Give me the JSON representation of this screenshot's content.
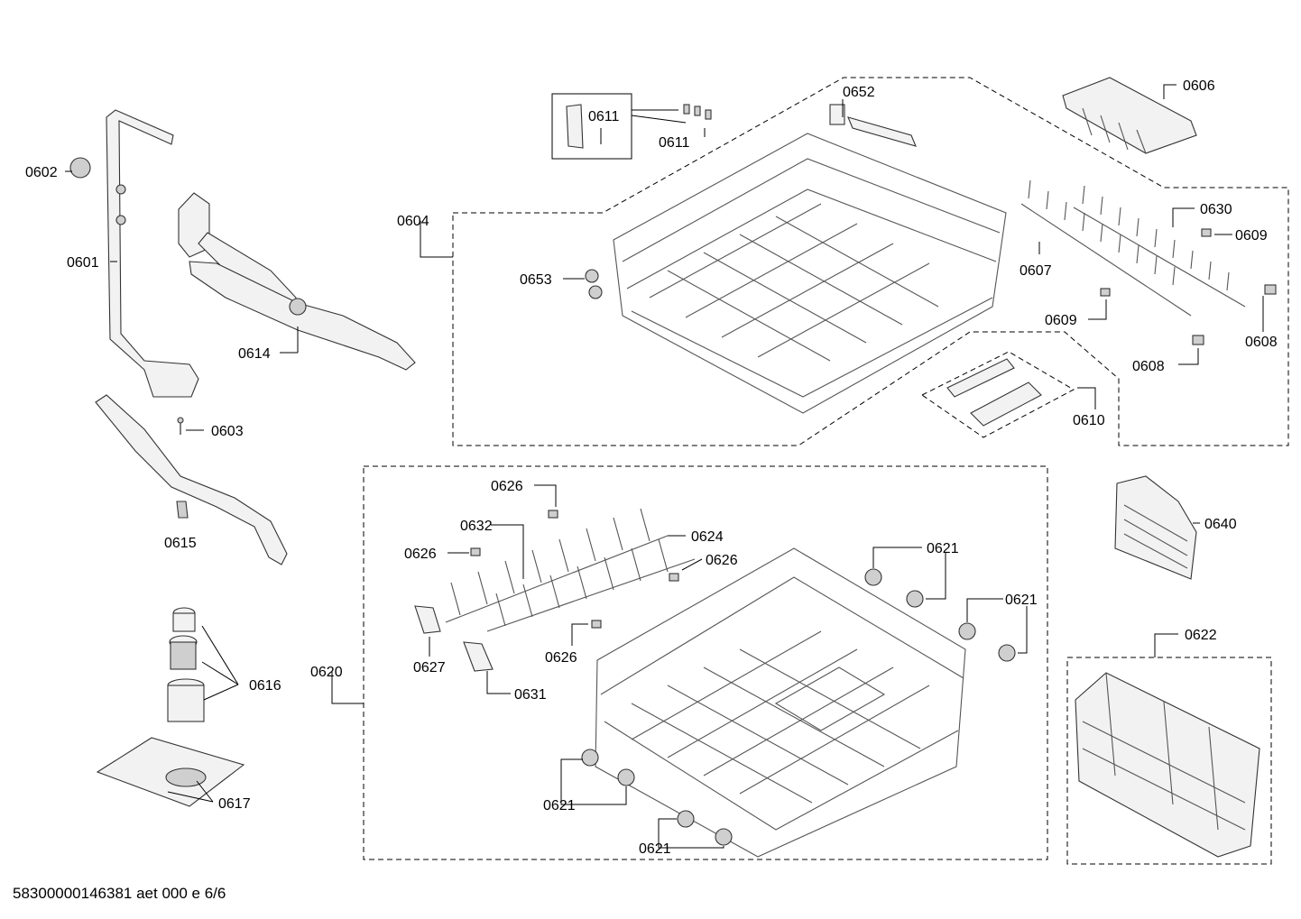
{
  "footer": {
    "doc_id": "58300000146381 aet 000 e 6/6"
  },
  "callouts": {
    "c0601": "0601",
    "c0602": "0602",
    "c0603": "0603",
    "c0614": "0614",
    "c0615": "0615",
    "c0616": "0616",
    "c0617": "0617",
    "c0604": "0604",
    "c0611a": "0611",
    "c0611b": "0611",
    "c0652": "0652",
    "c0653": "0653",
    "c0606": "0606",
    "c0630": "0630",
    "c0609a": "0609",
    "c0607": "0607",
    "c0609b": "0609",
    "c0608a": "0608",
    "c0608b": "0608",
    "c0610": "0610",
    "c0626a": "0626",
    "c0632": "0632",
    "c0624": "0624",
    "c0626b": "0626",
    "c0626c": "0626",
    "c0626d": "0626",
    "c0627": "0627",
    "c0631": "0631",
    "c0620": "0620",
    "c0621a": "0621",
    "c0621b": "0621",
    "c0621c": "0621",
    "c0621d": "0621",
    "c0640": "0640",
    "c0622": "0622"
  }
}
